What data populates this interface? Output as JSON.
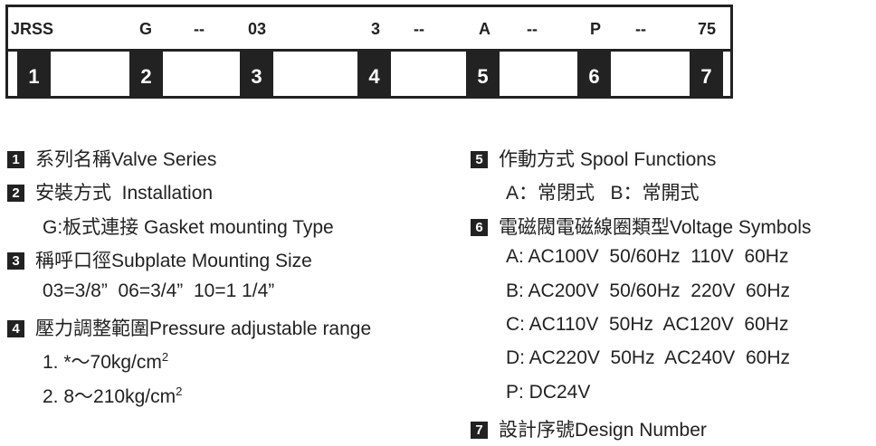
{
  "code_row": [
    "JRSS",
    "G",
    "--",
    "03",
    "3",
    "--",
    "A",
    "--",
    "P",
    "--",
    "75"
  ],
  "numbers": [
    "1",
    "2",
    "3",
    "4",
    "5",
    "6",
    "7"
  ],
  "left": [
    {
      "badge": "1",
      "text": "系列名稱Valve Series"
    },
    {
      "badge": "2",
      "text": "安裝方式  Installation"
    },
    {
      "text": "G:板式連接 Gasket mounting Type"
    },
    {
      "badge": "3",
      "text": "稱呼口徑Subplate Mounting Size"
    },
    {
      "text": "03=3/8”  06=3/4”  10=1 1/4”"
    },
    {
      "badge": "4",
      "text": "壓力調整範圍Pressure adjustable range"
    },
    {
      "text": "1. *～70kg/cm",
      "sup": "2"
    },
    {
      "text": "2. 8～210kg/cm",
      "sup": "2"
    }
  ],
  "right": [
    {
      "badge": "5",
      "text": "作動方式 Spool Functions"
    },
    {
      "text": "A：常閉式   B：常開式"
    },
    {
      "badge": "6",
      "text": "電磁閥電磁線圈類型Voltage Symbols"
    },
    {
      "text": "A: AC100V  50/60Hz  110V  60Hz"
    },
    {
      "text": "B: AC200V  50/60Hz  220V  60Hz"
    },
    {
      "text": "C: AC110V  50Hz  AC120V  60Hz"
    },
    {
      "text": "D: AC220V  50Hz  AC240V  60Hz"
    },
    {
      "text": "P: DC24V"
    },
    {
      "badge": "7",
      "text": "設計序號Design Number"
    }
  ]
}
